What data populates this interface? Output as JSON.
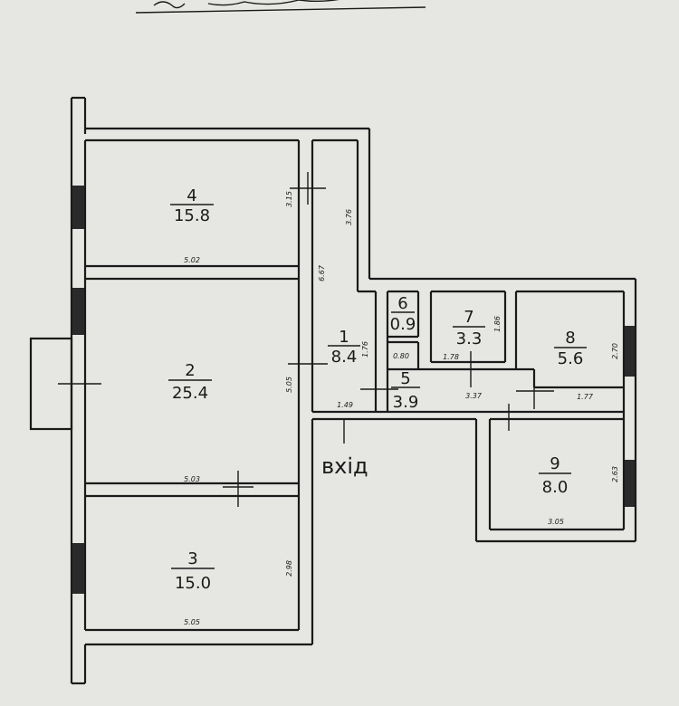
{
  "plan": {
    "entrance_label": "вхід",
    "rooms": [
      {
        "id": "room-4",
        "number": "4",
        "area": "15.8"
      },
      {
        "id": "room-2",
        "number": "2",
        "area": "25.4"
      },
      {
        "id": "room-3",
        "number": "3",
        "area": "15.0"
      },
      {
        "id": "room-1",
        "number": "1",
        "area": "8.4"
      },
      {
        "id": "room-6",
        "number": "6",
        "area": "0.9"
      },
      {
        "id": "room-5",
        "number": "5",
        "area": "3.9"
      },
      {
        "id": "room-7",
        "number": "7",
        "area": "3.3"
      },
      {
        "id": "room-8",
        "number": "8",
        "area": "5.6"
      },
      {
        "id": "room-9",
        "number": "9",
        "area": "8.0"
      }
    ],
    "dimensions": [
      "5.02",
      "3.15",
      "3.76",
      "6.67",
      "5.05",
      "5.03",
      "2.98",
      "5.05",
      "1.49",
      "1.76",
      "0.80",
      "1.78",
      "1.86",
      "2.70",
      "3.37",
      "1.77",
      "2.63",
      "3.05"
    ]
  }
}
